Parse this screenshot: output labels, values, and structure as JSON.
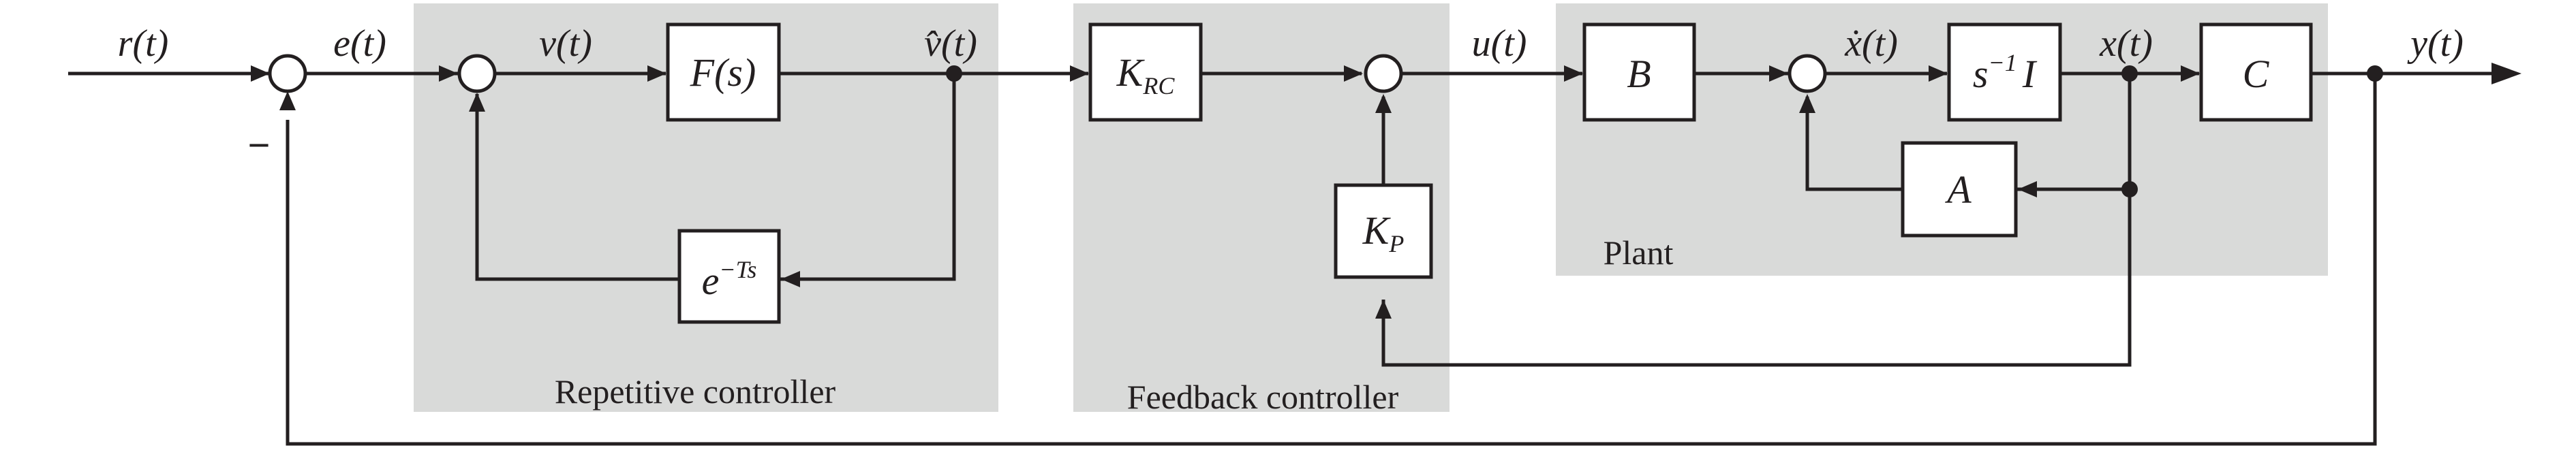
{
  "signals": {
    "r": "r(t)",
    "e": "e(t)",
    "v": "v(t)",
    "vhat": "v̂(t)",
    "u": "u(t)",
    "xdot": "ẋ(t)",
    "x": "x(t)",
    "y": "y(t)"
  },
  "blocks": {
    "F": "F(s)",
    "delay_base": "e",
    "delay_exp": "−Ts",
    "krc_base": "K",
    "krc_sub": "RC",
    "kp_base": "K",
    "kp_sub": "P",
    "B": "B",
    "integrator_base": "s",
    "integrator_exp": "−1",
    "integrator_tail": "I",
    "A": "A",
    "C": "C"
  },
  "regions": {
    "repetitive": "Repetitive controller",
    "feedback": "Feedback controller",
    "plant": "Plant"
  },
  "signs": {
    "minus": "−"
  }
}
